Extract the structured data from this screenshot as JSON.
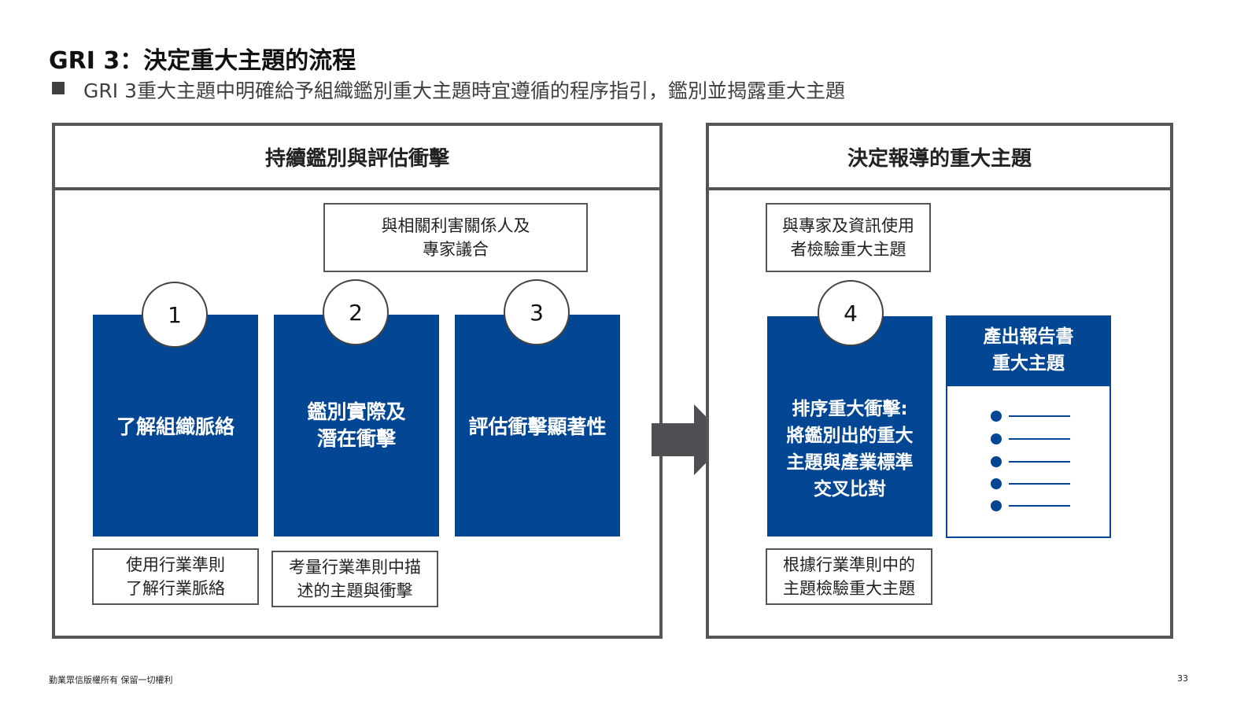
{
  "title": "GRI 3：決定重大主題的流程",
  "subtitle": "GRI 3重大主題中明確給予組織鑑別重大主題時宜遵循的程序指引，鑑別並揭露重大主題",
  "left_panel": {
    "header": "持續鑑別與評估衝擊",
    "stakeholder_note": "與相關利害關係人及\n專家議合",
    "steps": [
      {
        "number": "1",
        "label": "了解組織脈絡",
        "note": "使用行業準則\n了解行業脈絡"
      },
      {
        "number": "2",
        "label": "鑑別實際及\n潛在衝擊",
        "note": "考量行業準則中描\n述的主題與衝擊"
      },
      {
        "number": "3",
        "label": "評估衝擊顯著性"
      }
    ]
  },
  "right_panel": {
    "header": "決定報導的重大主題",
    "expert_note": "與專家及資訊使用\n者檢驗重大主題",
    "step4": {
      "number": "4",
      "label": "排序重大衝擊:\n將鑑別出的重大\n主題與產業標準\n交叉比對",
      "note": "根據行業準則中的\n主題檢驗重大主題"
    },
    "report": {
      "title": "產出報告書\n重大主題",
      "bullet_count": 5
    }
  },
  "footer": {
    "copyright": "勤業眾信版權所有 保留一切權利",
    "page_number": "33"
  },
  "colors": {
    "primary_blue": "#034694",
    "border_gray": "#555555",
    "arrow_gray": "#4d4f53"
  }
}
